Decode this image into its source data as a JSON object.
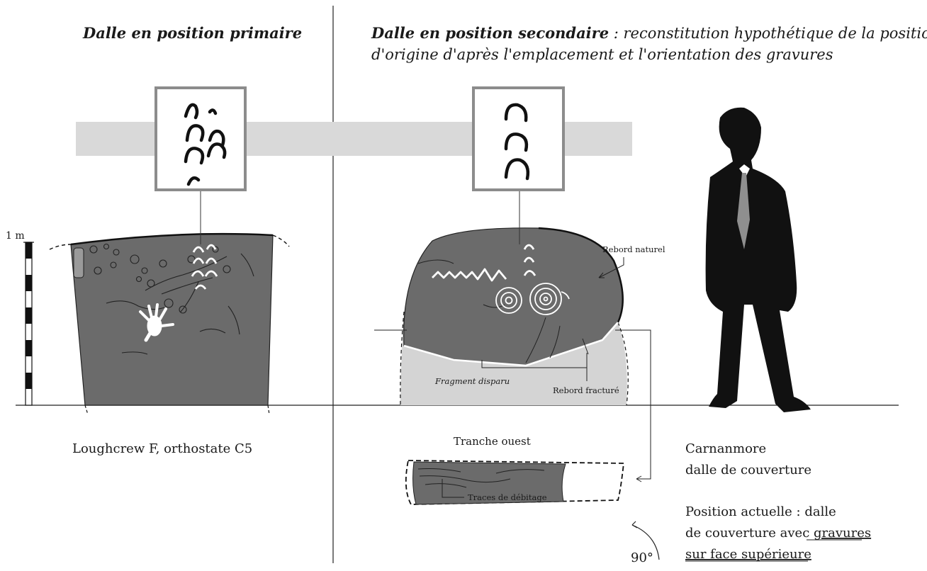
{
  "left_panel": {
    "heading": "Dalle en position primaire",
    "caption": "Loughcrew F, orthostate C5",
    "scale_label": "1 m"
  },
  "right_panel": {
    "heading_bold": "Dalle en position secondaire",
    "heading_rest_line1": " : reconstitution hypothétique de la position",
    "heading_line2": "d'origine d'après l'emplacement et l'orientation des gravures",
    "label_natural_edge": "Rebord naturel",
    "label_missing_fragment": "Fragment disparu",
    "label_fractured_edge": "Rebord fracturé",
    "label_west_edge": "Tranche ouest",
    "label_tool_marks": "Traces de débitage",
    "rotation_label": "90°",
    "caption_line1": "Carnanmore",
    "caption_line2": "dalle de couverture",
    "position_line1": "Position actuelle : dalle",
    "position_line2_plain": "de couverture avec ",
    "position_line2_underlined": "gravures",
    "position_line3_underlined": "sur face supérieure"
  },
  "colors": {
    "stone_fill": "#6b6b6b",
    "band_gray": "#d9d9d9",
    "missing_fragment_fill": "#d4d4d4",
    "frame_gray": "#8c8c8c",
    "engraving_dark": "#111111",
    "engraving_light": "#ffffff"
  }
}
